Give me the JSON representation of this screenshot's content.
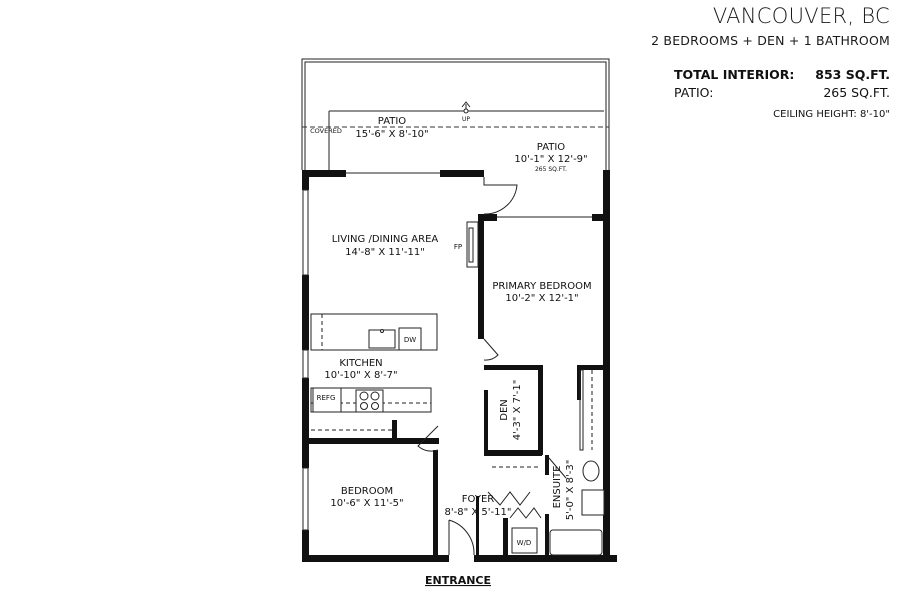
{
  "header": {
    "location": "VANCOUVER, BC",
    "unit_summary": "2 BEDROOMS + DEN + 1 BATHROOM"
  },
  "stats": {
    "total_interior_label": "TOTAL INTERIOR:",
    "total_interior_value": "853 SQ.FT.",
    "patio_label": "PATIO:",
    "patio_value": "265 SQ.FT.",
    "ceiling_height": "CEILING HEIGHT: 8'-10\""
  },
  "rooms": {
    "patio_covered": {
      "name": "PATIO",
      "dims": "15'-6\" X 8'-10\"",
      "note": "COVERED"
    },
    "patio_open": {
      "name": "PATIO",
      "dims": "10'-1\" X 12'-9\"",
      "area": "265 SQ.FT."
    },
    "stairs": {
      "label": "UP"
    },
    "living": {
      "name": "LIVING /DINING AREA",
      "dims": "14'-8\" X 11'-11\""
    },
    "fireplace": {
      "label": "FP"
    },
    "primary_bedroom": {
      "name": "PRIMARY BEDROOM",
      "dims": "10'-2\" X 12'-1\""
    },
    "kitchen": {
      "name": "KITCHEN",
      "dims": "10'-10\" X 8'-7\""
    },
    "dishwasher": {
      "label": "DW"
    },
    "fridge": {
      "label": "REFG"
    },
    "den": {
      "name": "DEN",
      "dims": "4'-3\" X 7'-1\""
    },
    "bedroom": {
      "name": "BEDROOM",
      "dims": "10'-6\" X 11'-5\""
    },
    "foyer": {
      "name": "FOYER",
      "dims": "8'-8\" X 5'-11\""
    },
    "washer_dryer": {
      "label": "W/D"
    },
    "ensuite": {
      "name": "ENSUITE",
      "dims": "5'-0\" X 8'-3\""
    }
  },
  "entrance_label": "ENTRANCE"
}
